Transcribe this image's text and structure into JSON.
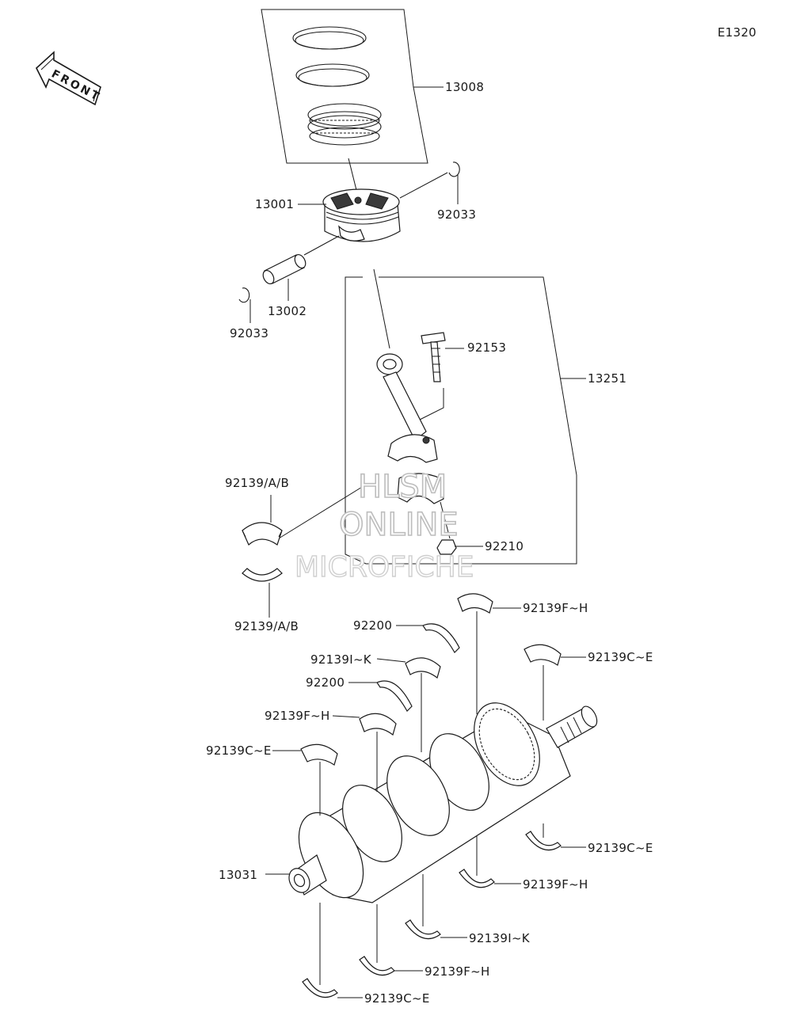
{
  "diagram_code": "E1320",
  "front_arrow": "FRONT",
  "watermark": {
    "line1": "HLSM",
    "line2": "ONLINE",
    "line3": "MICROFICHE"
  },
  "labels": [
    "13008",
    "13001",
    "92033",
    "13002",
    "92033",
    "92153",
    "13251",
    "92139/A/B",
    "92210",
    "92139/A/B",
    "92139F~H",
    "92200",
    "92139I~K",
    "92139C~E",
    "92200",
    "92139F~H",
    "92139C~E",
    "13031",
    "92139C~E",
    "92139F~H",
    "92139I~K",
    "92139F~H",
    "92139C~E"
  ]
}
